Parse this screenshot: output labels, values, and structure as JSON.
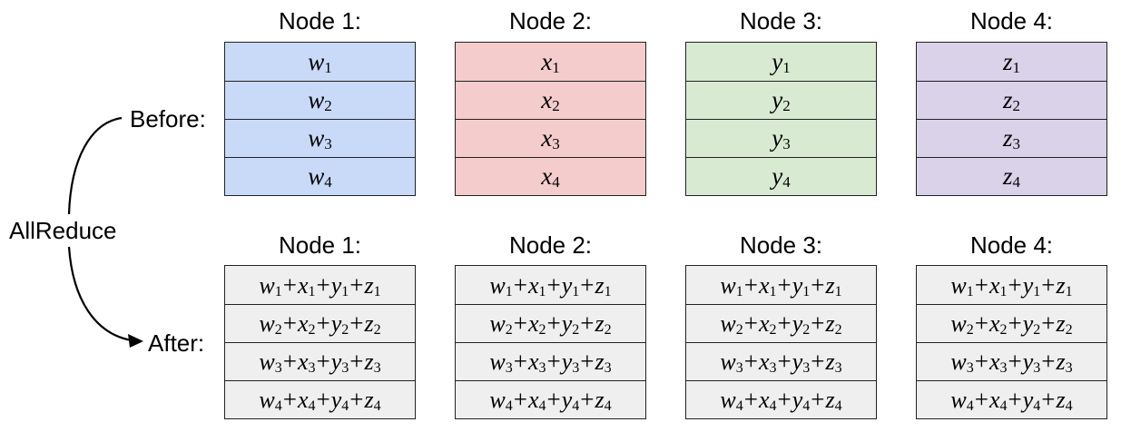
{
  "labels": {
    "before": "Before:",
    "after": "After:",
    "operation": "AllReduce"
  },
  "colors": {
    "node1": "#c9daf8",
    "node2": "#f4cccc",
    "node3": "#d9ead3",
    "node4": "#d9d2e9",
    "after": "#efefef"
  },
  "before": [
    {
      "title": "Node 1:",
      "var": "w",
      "subs": [
        "1",
        "2",
        "3",
        "4"
      ]
    },
    {
      "title": "Node 2:",
      "var": "x",
      "subs": [
        "1",
        "2",
        "3",
        "4"
      ]
    },
    {
      "title": "Node 3:",
      "var": "y",
      "subs": [
        "1",
        "2",
        "3",
        "4"
      ]
    },
    {
      "title": "Node 4:",
      "var": "z",
      "subs": [
        "1",
        "2",
        "3",
        "4"
      ]
    }
  ],
  "after": {
    "titles": [
      "Node 1:",
      "Node 2:",
      "Node 3:",
      "Node 4:"
    ],
    "terms": [
      "w",
      "x",
      "y",
      "z"
    ],
    "operator": "+",
    "subs": [
      "1",
      "2",
      "3",
      "4"
    ]
  }
}
